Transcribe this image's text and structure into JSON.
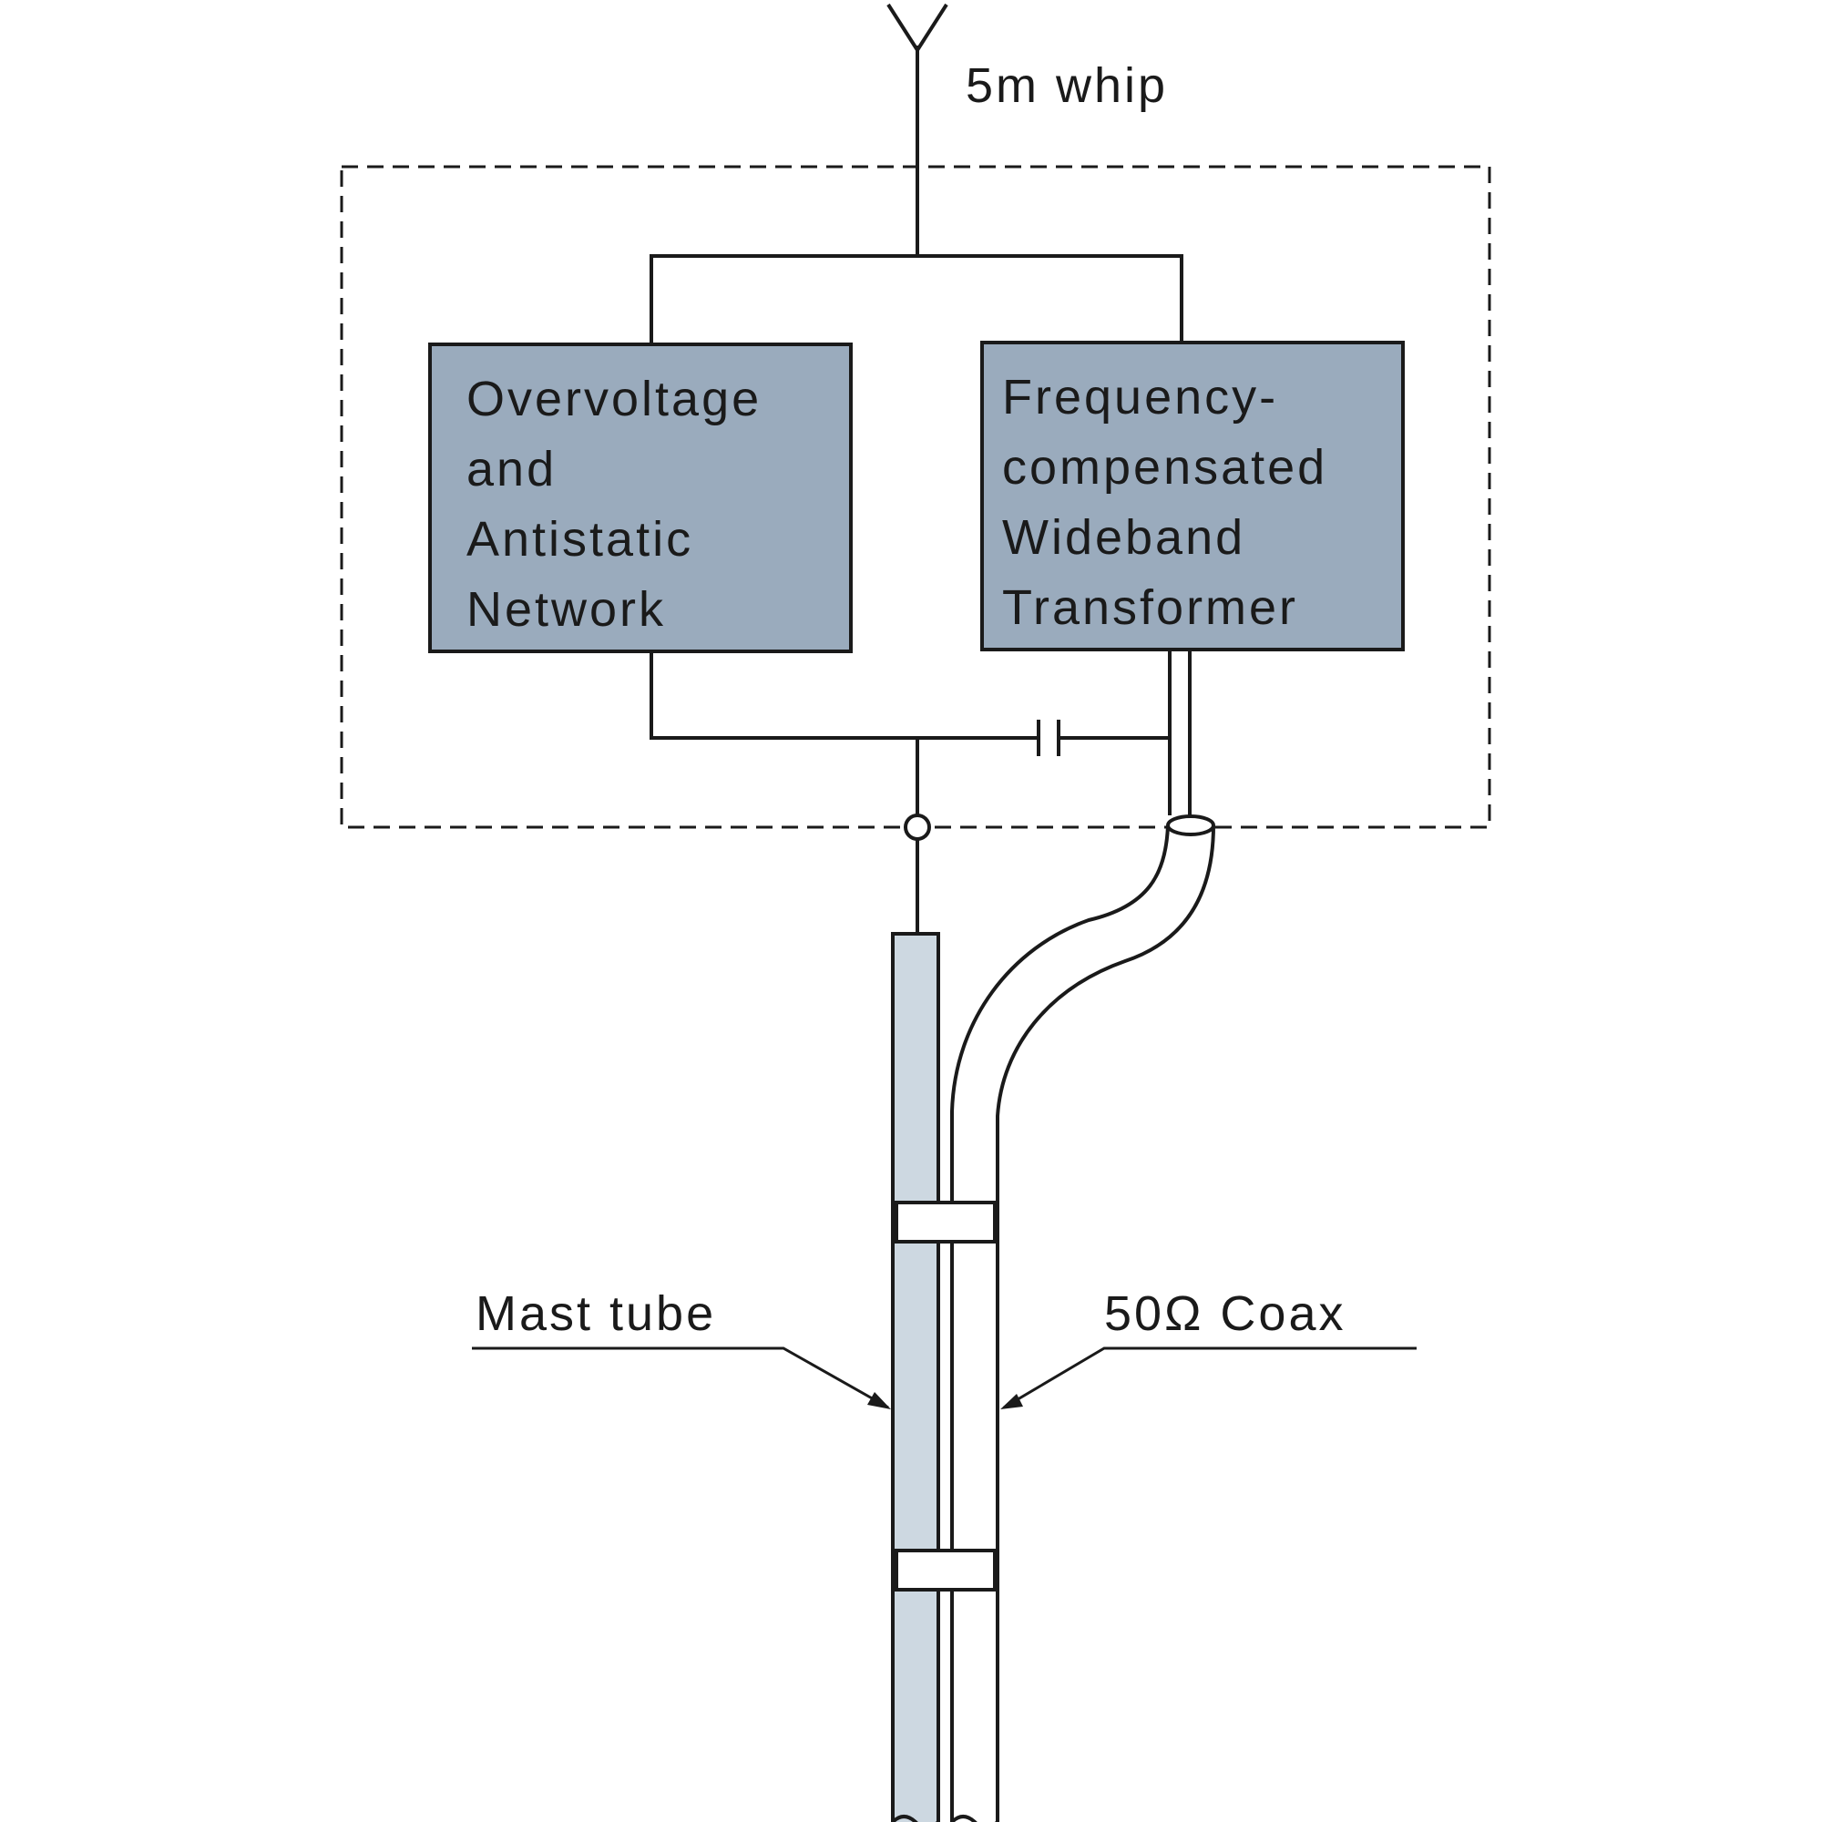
{
  "labels": {
    "whip": "5m  whip",
    "mast": "Mast  tube",
    "coax": "50Ω  Coax"
  },
  "boxes": {
    "left": {
      "lines": [
        "Overvoltage",
        "and",
        "Antistatic",
        "Network"
      ]
    },
    "right": {
      "lines": [
        "Frequency-",
        "compensated",
        "Wideband",
        "Transformer"
      ]
    }
  },
  "colors": {
    "box_fill": "#9aabbd",
    "mast_fill": "#cdd8e1",
    "line": "#1a1a1a"
  }
}
